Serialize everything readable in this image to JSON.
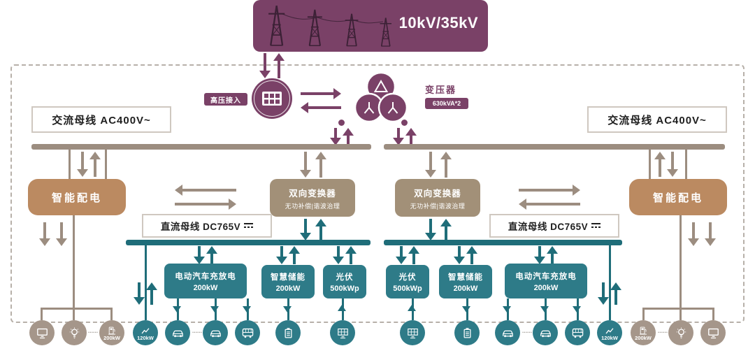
{
  "banner": {
    "voltage": "10kV/35kV"
  },
  "grid": {
    "hv_access_label": "高压接入",
    "transformer_label": "变压器",
    "transformer_capacity": "630kVA*2",
    "ac_bus_label": "交流母线 AC400V~",
    "dc_bus_label": "直流母线 DC765V",
    "smart_distribution_label": "智能配电",
    "converter_title": "双向变换器",
    "converter_subtitle": "无功补偿|谐波治理"
  },
  "devices": {
    "ev_charging": {
      "name": "电动汽车充放电",
      "power": "200kW"
    },
    "storage": {
      "name": "智慧储能",
      "power": "200kW"
    },
    "pv": {
      "name": "光伏",
      "power": "500kWp"
    }
  },
  "loads": {
    "ac_charger_power": "200kW",
    "dc_charger_power": "120kW",
    "ellipsis": "......"
  },
  "colors": {
    "purple": "#7a4167",
    "taupe": "#9c8d80",
    "brown": "#bb8a61",
    "teal_bus": "#1f6d79",
    "teal_fill": "#2e7b88",
    "circle_taupe": "#a5968a"
  }
}
